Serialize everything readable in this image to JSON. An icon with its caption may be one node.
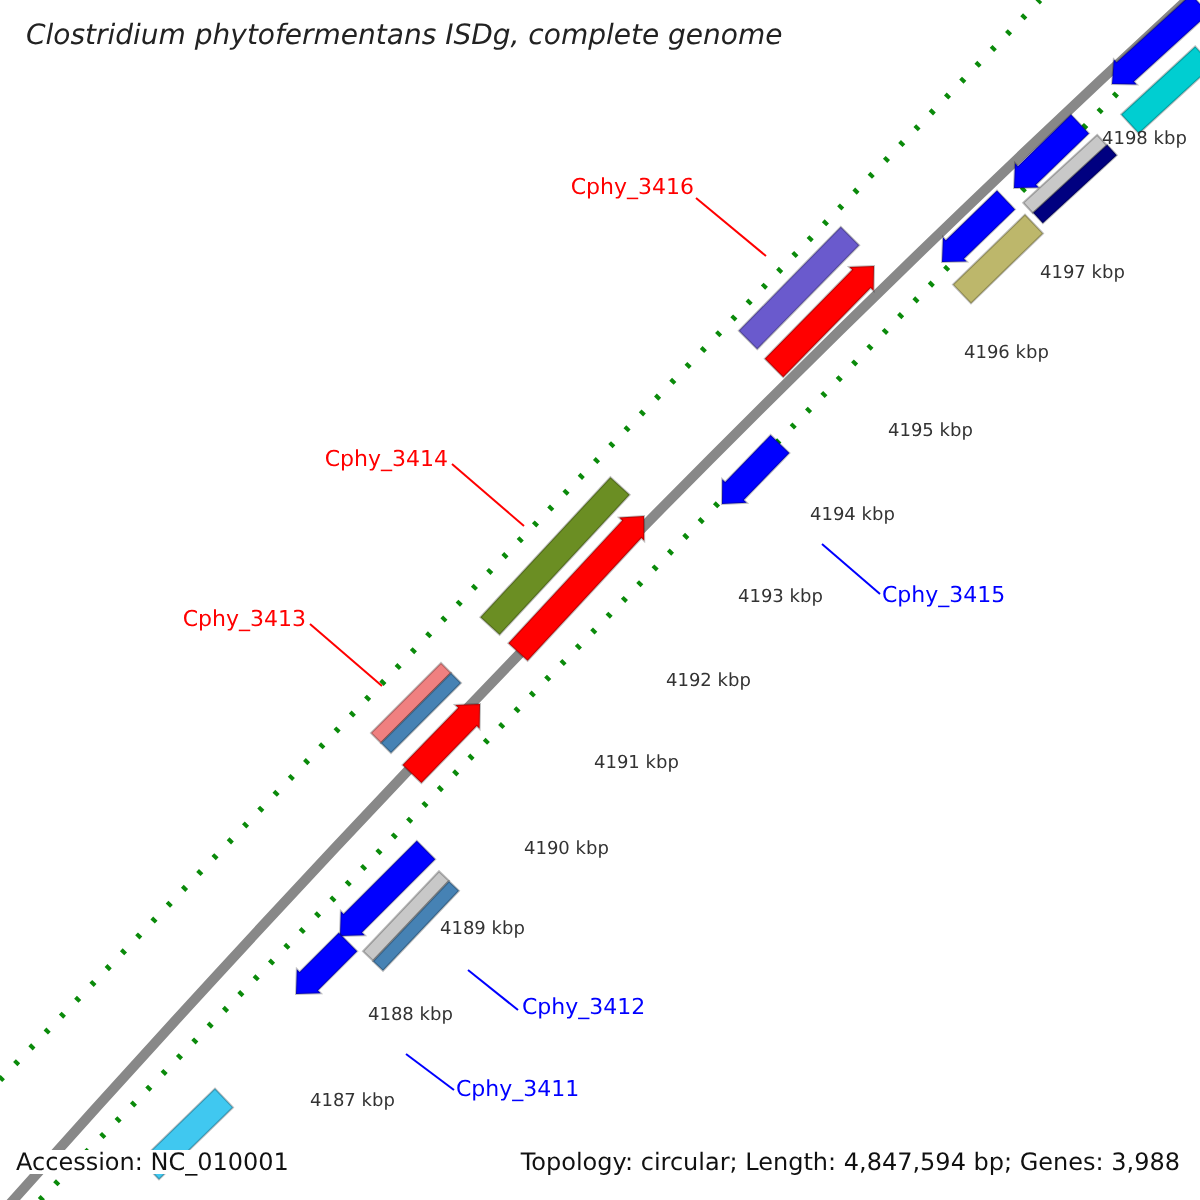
{
  "diagram": {
    "title": "Clostridium phytofermentans ISDg, complete genome",
    "nodes": [
      {
        "text": [
          "Cphy_3416"
        ]
      },
      {
        "text": [
          "Cphy_3414"
        ]
      },
      {
        "text": [
          "Cphy_3413"
        ]
      },
      {
        "text": [
          "Cphy_3415"
        ]
      },
      {
        "text": [
          "Cphy_3412"
        ]
      },
      {
        "text": [
          "Cphy_3411"
        ]
      }
    ],
    "edges": [
      {
        "from": 0,
        "to": null,
        "arrow": "none",
        "color": "#ff0000"
      },
      {
        "from": 1,
        "to": null,
        "arrow": "none",
        "color": "#ff0000"
      },
      {
        "from": 2,
        "to": null,
        "arrow": "none",
        "color": "#ff0000"
      },
      {
        "from": 3,
        "to": null,
        "arrow": "none",
        "color": "#0000ff"
      },
      {
        "from": 4,
        "to": null,
        "arrow": "none",
        "color": "#0000ff"
      },
      {
        "from": 5,
        "to": null,
        "arrow": "none",
        "color": "#0000ff"
      }
    ],
    "labels": [
      "4198 kbp",
      "4197 kbp",
      "4196 kbp",
      "4195 kbp",
      "4194 kbp",
      "4193 kbp",
      "4192 kbp",
      "4191 kbp",
      "4190 kbp",
      "4189 kbp",
      "4188 kbp",
      "4187 kbp",
      "Accession: NC_010001",
      "Topology: circular; Length: 4,847,594 bp; Genes: 3,988"
    ]
  }
}
